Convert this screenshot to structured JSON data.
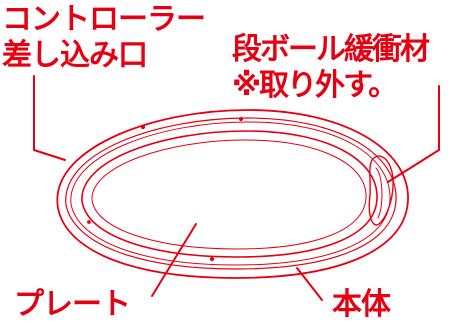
{
  "labels": {
    "controller_port": {
      "line1": "コントローラー",
      "line2": "差し込み口"
    },
    "cardboard_cushion": {
      "line1": "段ボール緩衝材",
      "line2": "※取り外す。"
    },
    "plate": "プレート",
    "body": "本体"
  },
  "colors": {
    "accent": "#e60012"
  }
}
